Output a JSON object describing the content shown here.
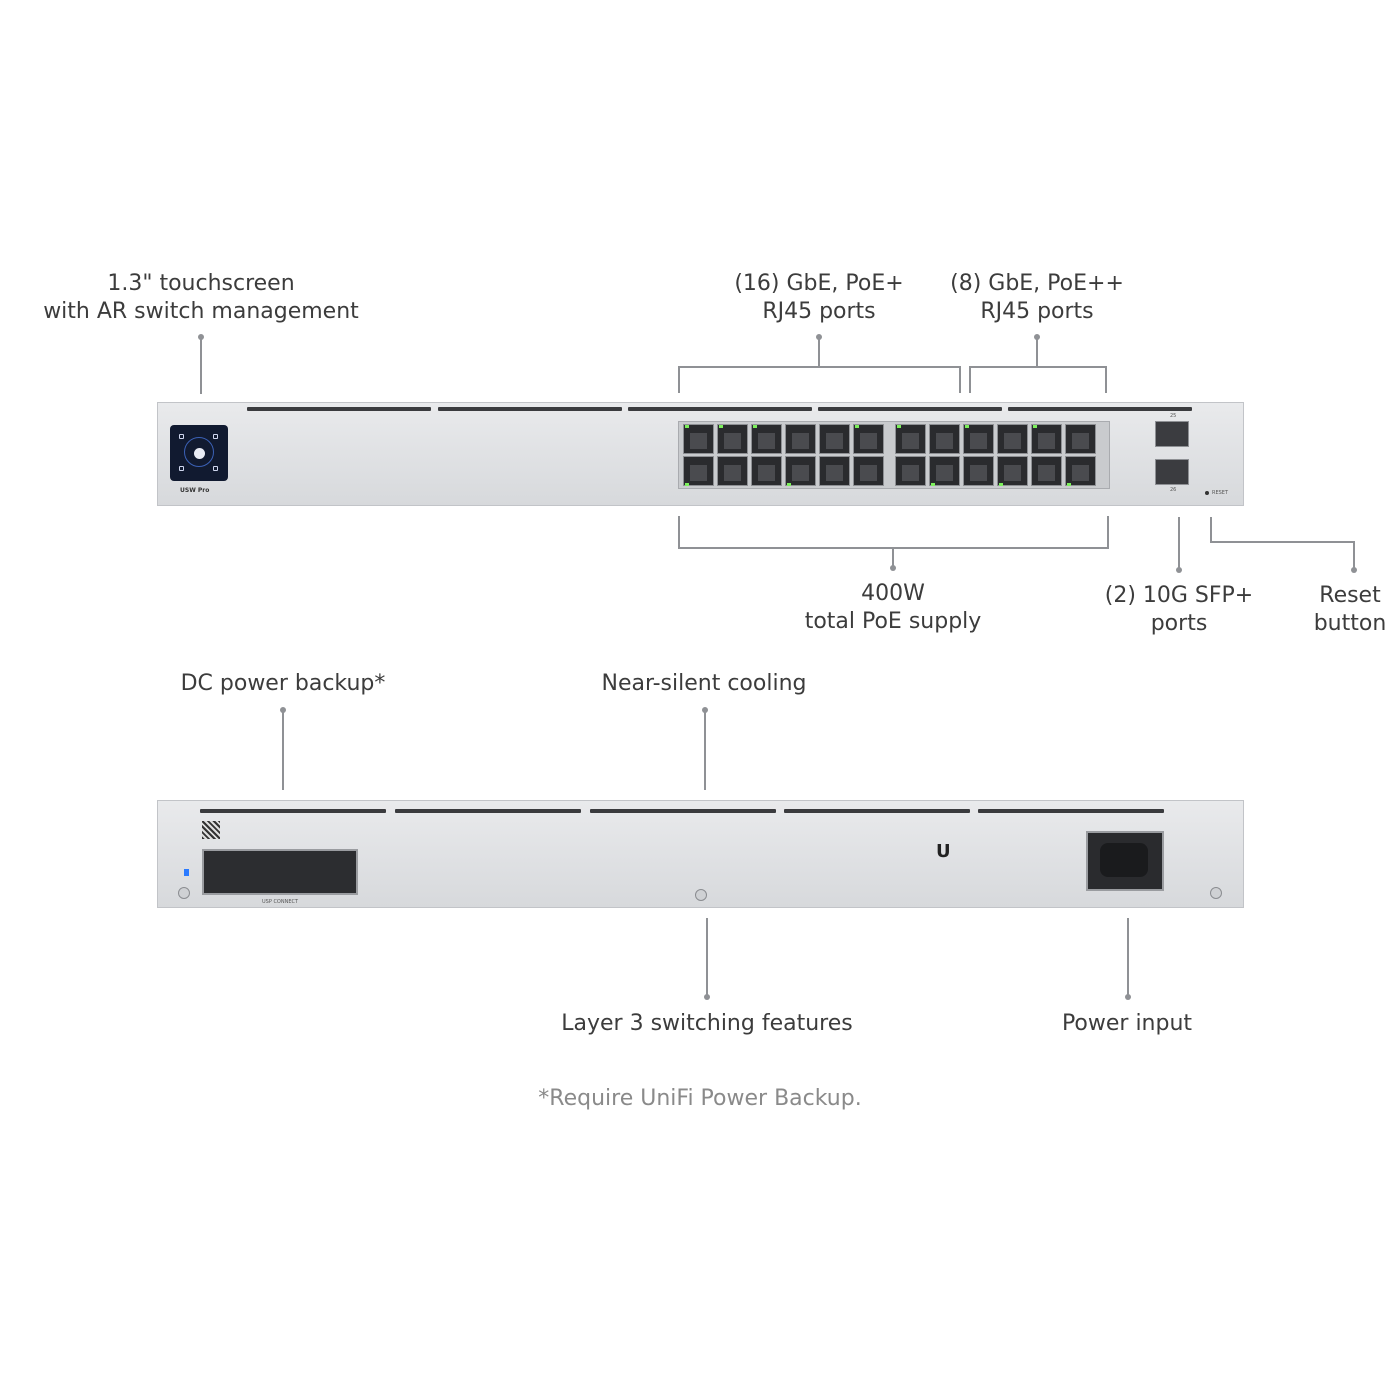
{
  "labels": {
    "touchscreen": {
      "line1": "1.3\" touchscreen",
      "line2": "with AR switch management"
    },
    "poe_plus": {
      "line1": "(16) GbE, PoE+",
      "line2": "RJ45 ports"
    },
    "poe_plusplus": {
      "line1": "(8) GbE, PoE++",
      "line2": "RJ45 ports"
    },
    "poe_supply": {
      "line1": "400W",
      "line2": "total PoE supply"
    },
    "sfp": {
      "line1": "(2) 10G SFP+",
      "line2": "ports"
    },
    "reset": {
      "line1": "Reset",
      "line2": "button"
    },
    "dc_backup": "DC power backup*",
    "cooling": "Near-silent cooling",
    "layer3": "Layer 3 switching features",
    "power_input": "Power input"
  },
  "device": {
    "model_badge": "USW Pro",
    "reset_text": "RESET",
    "sfp_top": "25",
    "sfp_bottom": "26",
    "dc_port_text": "USP CONNECT"
  },
  "footnote": "*Require UniFi Power Backup.",
  "colors": {
    "accent_led": "#7cf05c",
    "text": "#3c3c3c",
    "footnote": "#8a8a8a"
  }
}
